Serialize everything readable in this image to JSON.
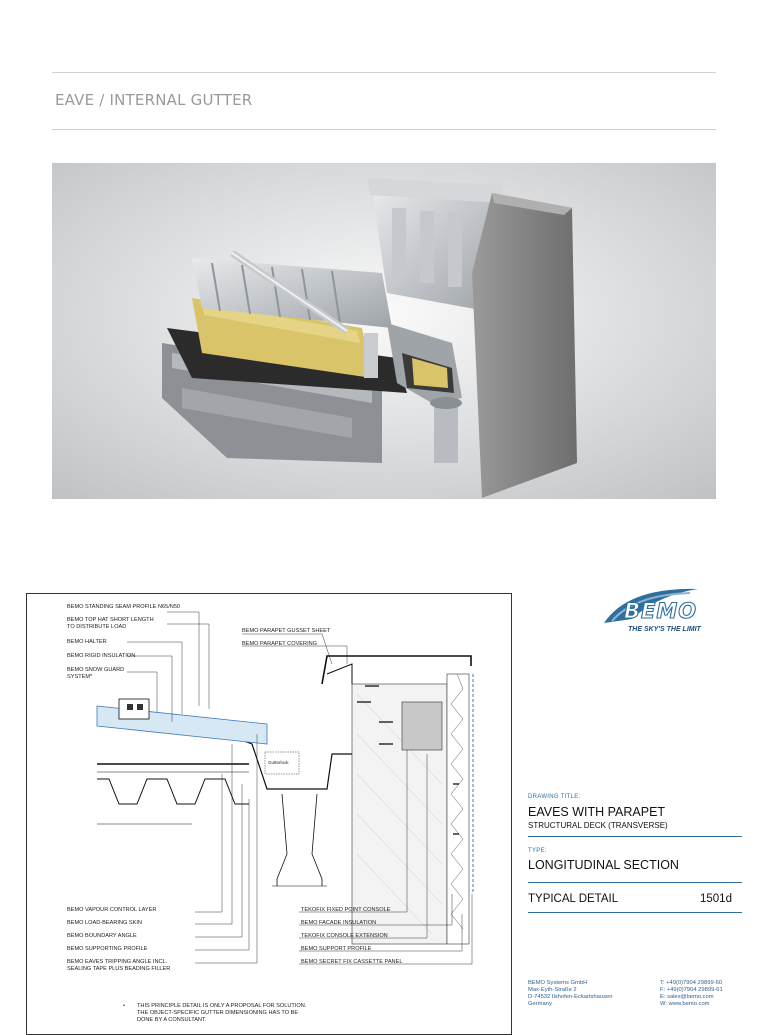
{
  "page": {
    "title": "EAVE / INTERNAL GUTTER"
  },
  "drawing": {
    "labels_left": [
      "BEMO STANDING SEAM PROFILE N65/N50",
      "BEMO TOP HAT SHORT LENGTH",
      "TO DISTRIBUTE LOAD",
      "BEMO HALTER",
      "BEMO RIGID INSULATION",
      "BEMO SNOW GUARD",
      "SYSTEM*"
    ],
    "labels_top": [
      "BEMO PARAPET GUSSET SHEET",
      "BEMO PARAPET COVERING"
    ],
    "labels_bottom_left": [
      "BEMO VAPOUR CONTROL LAYER",
      "BEMO LOAD-BEARING SKIN",
      "BEMO BOUNDARY ANGLE",
      "BEMO SUPPORTING PROFILE",
      "BEMO EAVES TRIPPING ANGLE INCL.",
      "SEALING TAPE PLUS BEADING FILLER"
    ],
    "labels_bottom_right": [
      "TEKOFIX FIXED POINT CONSOLE",
      "BEMO FACADE INSULATION",
      "TEKOFIX CONSOLE EXTENSION",
      "BEMO SUPPORT PROFILE",
      "BEMO SECRET FIX CASSETTE PANEL"
    ],
    "inner_label": "Gutterlock",
    "note_lines": [
      "THIS PRINCIPLE DETAIL IS ONLY A PROPOSAL FOR SOLUTION.",
      "THE OBJECT-SPECIFIC GUTTER DIMENSIONING HAS TO BE",
      "DONE BY A CONSULTANT."
    ]
  },
  "logo": {
    "name": "BEMO",
    "tagline": "THE SKY'S THE LIMIT"
  },
  "title_block": {
    "drawing_title_caption": "DRAWING TITLE:",
    "drawing_title": "EAVES WITH PARAPET",
    "drawing_subtitle": "STRUCTURAL DECK (TRANSVERSE)",
    "type_caption": "TYPE:",
    "type": "LONGITUDINAL SECTION",
    "detail": "TYPICAL DETAIL",
    "detail_number": "1501d"
  },
  "company": {
    "address": [
      "BEMO Systems GmbH",
      "Max-Eyth-Straße 2",
      "D-74532 Ilshofen-Eckartshausen",
      "Germany"
    ],
    "contact": [
      "T: +49(0)7904 29899-60",
      "F: +49(0)7904 29899-61",
      "E: sales@bemo.com",
      "W: www.bemo.com"
    ]
  },
  "colors": {
    "accent": "#2f6f9f",
    "insulation": "#d9c46a",
    "concrete": "#8e8e8e"
  }
}
